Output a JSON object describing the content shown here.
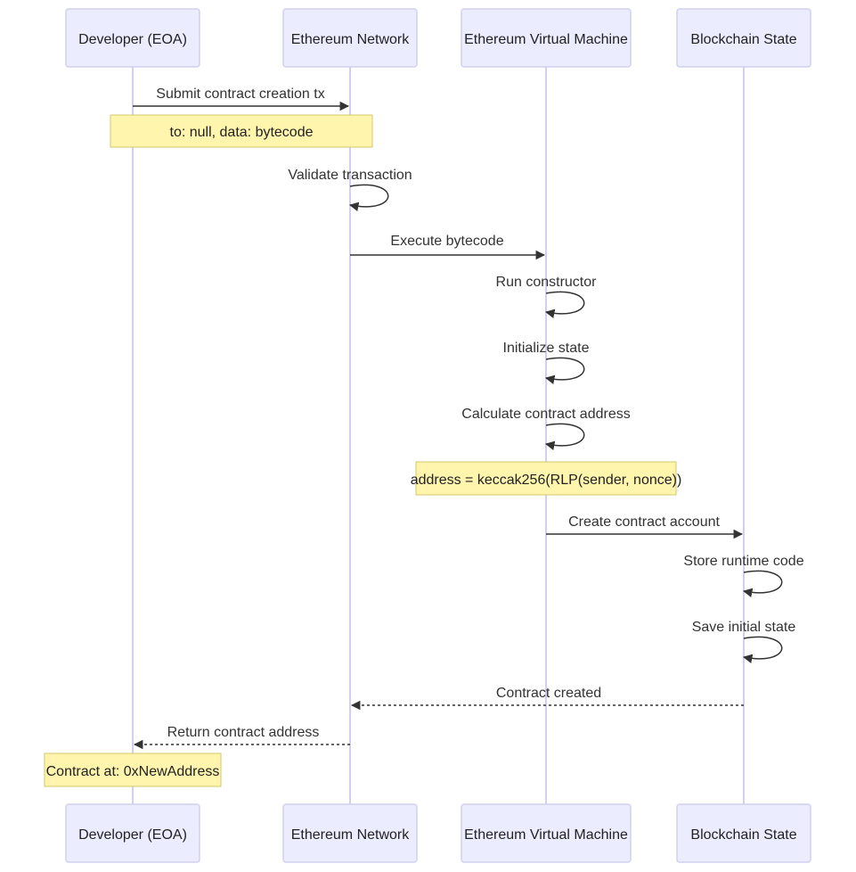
{
  "participants": [
    {
      "id": "dev",
      "label": "Developer (EOA)"
    },
    {
      "id": "net",
      "label": "Ethereum Network"
    },
    {
      "id": "evm",
      "label": "Ethereum Virtual Machine"
    },
    {
      "id": "state",
      "label": "Blockchain State"
    }
  ],
  "messages": [
    {
      "from": "dev",
      "to": "net",
      "label": "Submit contract creation tx",
      "style": "solid"
    },
    {
      "from": "net",
      "to": "net",
      "label": "Validate transaction",
      "style": "solid"
    },
    {
      "from": "net",
      "to": "evm",
      "label": "Execute bytecode",
      "style": "solid"
    },
    {
      "from": "evm",
      "to": "evm",
      "label": "Run constructor",
      "style": "solid"
    },
    {
      "from": "evm",
      "to": "evm",
      "label": "Initialize state",
      "style": "solid"
    },
    {
      "from": "evm",
      "to": "evm",
      "label": "Calculate contract address",
      "style": "solid"
    },
    {
      "from": "evm",
      "to": "state",
      "label": "Create contract account",
      "style": "solid"
    },
    {
      "from": "state",
      "to": "state",
      "label": "Store runtime code",
      "style": "solid"
    },
    {
      "from": "state",
      "to": "state",
      "label": "Save initial state",
      "style": "solid"
    },
    {
      "from": "state",
      "to": "net",
      "label": "Contract created",
      "style": "dashed"
    },
    {
      "from": "net",
      "to": "dev",
      "label": "Return contract address",
      "style": "dashed"
    }
  ],
  "notes": [
    {
      "text": "to: null, data: bytecode",
      "over": [
        "dev",
        "net"
      ]
    },
    {
      "text": "address = keccak256(RLP(sender, nonce))",
      "over": [
        "evm"
      ]
    },
    {
      "text": "Contract at: 0xNewAddress",
      "over": [
        "dev"
      ]
    }
  ],
  "colors": {
    "actor_fill": "#ececff",
    "actor_border": "#d2d0ef",
    "note_fill": "#fff5ad",
    "note_border": "#d6c86a",
    "line": "#333333"
  }
}
